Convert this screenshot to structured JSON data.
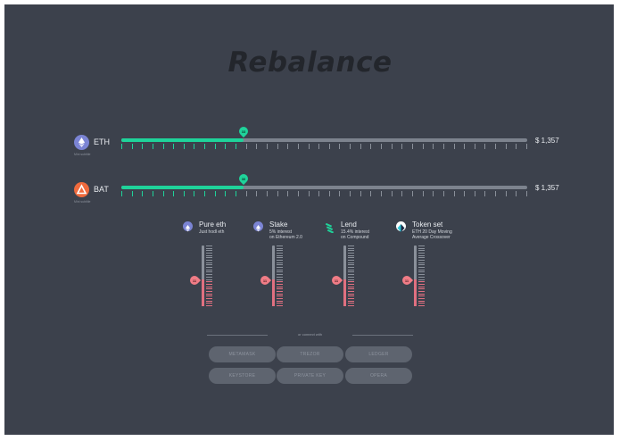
{
  "app": {
    "title": "Rebalance"
  },
  "assets": [
    {
      "symbol": "ETH",
      "subtitle": "Mini subtitle",
      "slider_value": "33",
      "fraction": 0.3,
      "price": "$ 1,357",
      "icon": "ethereum-icon",
      "color": "#7b84d4"
    },
    {
      "symbol": "BAT",
      "subtitle": "Mini subtitle",
      "slider_value": "30",
      "fraction": 0.3,
      "price": "$ 1,357",
      "icon": "bat-triangle-icon",
      "color": "#ef6a3d"
    }
  ],
  "strategies": [
    {
      "name": "Pure eth",
      "desc1": "Just hodl eth",
      "desc2": "",
      "value": "11",
      "icon": "ethereum-icon"
    },
    {
      "name": "Stake",
      "desc1": "5% interest",
      "desc2": "on Ethereum 2.0",
      "value": "11",
      "icon": "ethereum-icon"
    },
    {
      "name": "Lend",
      "desc1": "15.4% interest",
      "desc2": "on Compound",
      "value": "11",
      "icon": "compound-icon"
    },
    {
      "name": "Token set",
      "desc1": "ETH 20 Day Moving",
      "desc2": "Average Crossover",
      "value": "11",
      "icon": "tokenset-icon"
    }
  ],
  "connect": {
    "label": "or connect with",
    "buttons": [
      "METAMASK",
      "TREZOR",
      "LEDGER",
      "KEYSTORE",
      "PRIVATE KEY",
      "OPERA"
    ]
  },
  "colors": {
    "accent": "#1fd39a",
    "background": "#3c414c",
    "warning": "#f07c86"
  }
}
